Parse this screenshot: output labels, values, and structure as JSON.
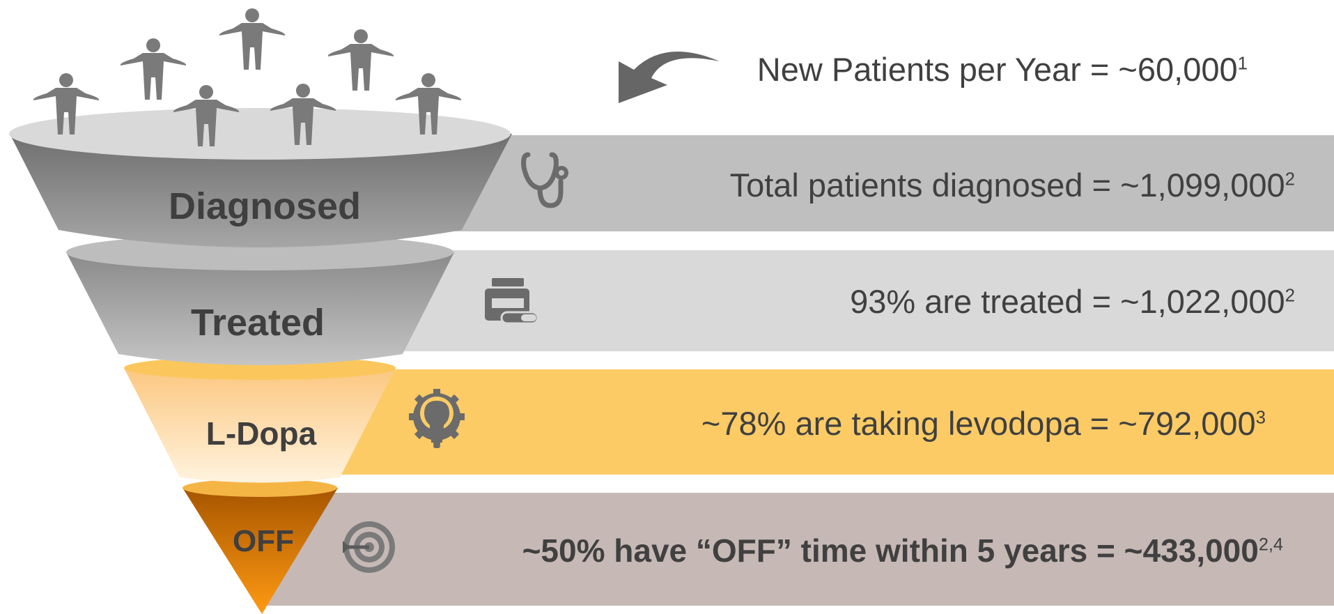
{
  "header": {
    "new_patients_text": "New Patients per Year = ~60,000",
    "new_patients_ref": "1"
  },
  "stages": [
    {
      "label": "Diagnosed",
      "text": "Total patients diagnosed = ~1,099,000",
      "ref": "2",
      "icon": "stethoscope-icon",
      "band_color": "#bfbfbf"
    },
    {
      "label": "Treated",
      "text": "93% are treated = ~1,022,000",
      "ref": "2",
      "icon": "pill-bottle-icon",
      "band_color": "#d9d9d9"
    },
    {
      "label": "L-Dopa",
      "text": "~78% are taking levodopa = ~792,000",
      "ref": "3",
      "icon": "lightbulb-gear-icon",
      "band_color": "#fccb66"
    },
    {
      "label": "OFF",
      "text": "~50% have “OFF” time within 5 years = ~433,000",
      "ref": "2,4",
      "icon": "target-icon",
      "band_color": "#c6b9b5"
    }
  ],
  "icons": {
    "people": "person-icon",
    "arrow": "curved-arrow-icon"
  },
  "colors": {
    "text": "#404040",
    "funnel_gray": "#8c8c8c",
    "funnel_light_gray": "#b5b5b5",
    "funnel_yellow": "#fbd087",
    "funnel_orange": "#e98a0b",
    "icon_gray": "#6b6b6b"
  }
}
